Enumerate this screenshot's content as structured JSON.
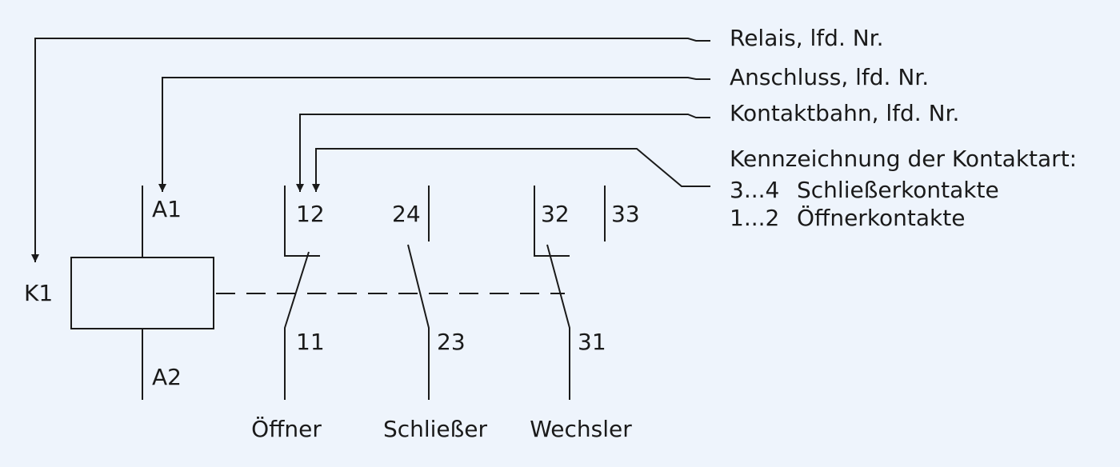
{
  "legend": {
    "relay": "Relais, lfd. Nr.",
    "terminal": "Anschluss, lfd. Nr.",
    "contact_track": "Kontaktbahn, lfd. Nr.",
    "contact_type_title": "Kennzeichnung der Kontaktart:",
    "make_code": "3...4",
    "make_text": "Schließerkontakte",
    "break_code": "1...2",
    "break_text": "Öffnerkontakte"
  },
  "relay": {
    "name": "K1",
    "terminal_top": "A1",
    "terminal_bottom": "A2"
  },
  "contacts": [
    {
      "caption": "Öffner",
      "top": "12",
      "bottom": "11"
    },
    {
      "caption": "Schließer",
      "top": "24",
      "bottom": "23"
    },
    {
      "caption": "Wechsler",
      "top": "32",
      "top_second": "33",
      "bottom": "31"
    }
  ]
}
